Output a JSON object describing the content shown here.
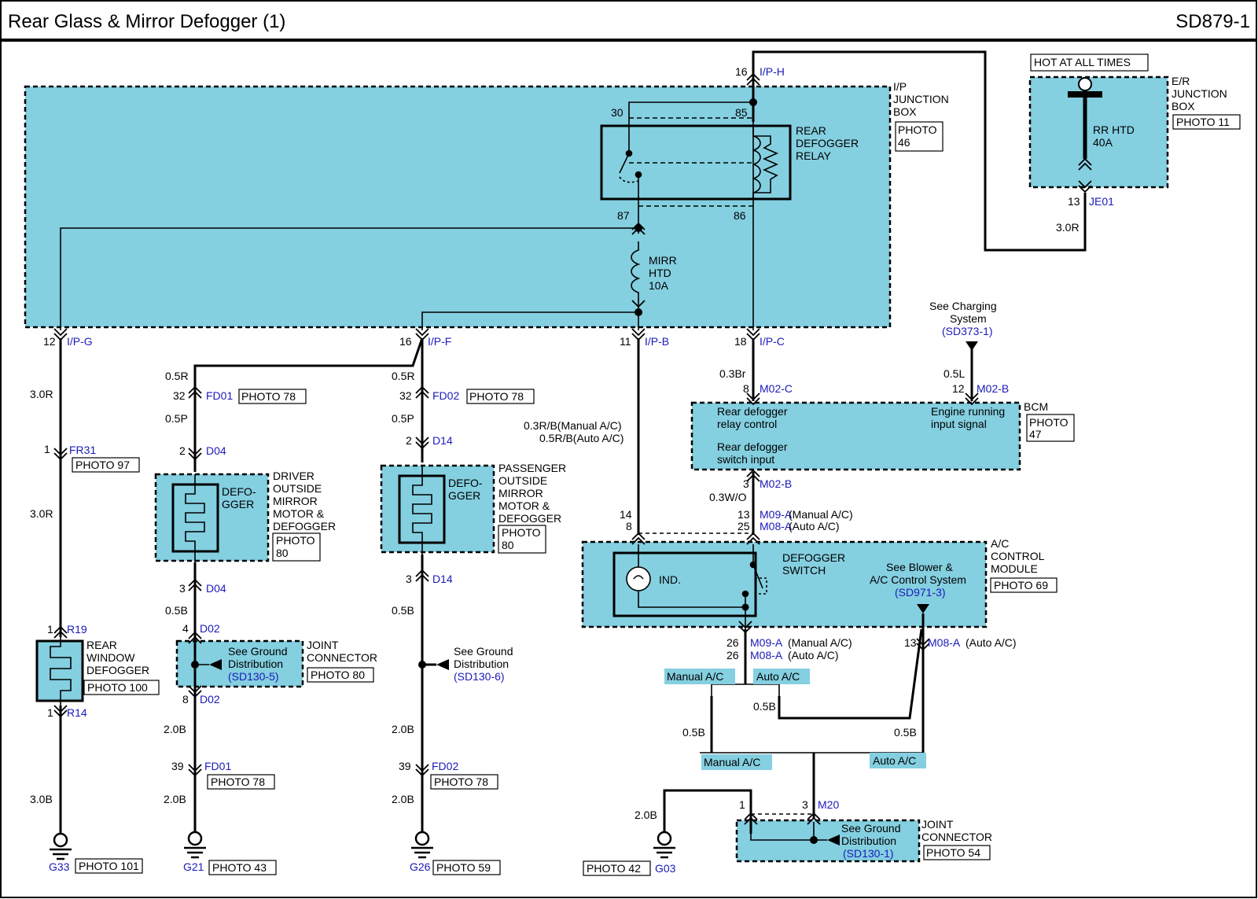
{
  "header": {
    "title": "Rear Glass & Mirror Defogger (1)",
    "code": "SD879-1"
  },
  "ip_junction_box": {
    "label_lines": [
      "I/P",
      "JUNCTION",
      "BOX"
    ],
    "photo": [
      "PHOTO",
      "46"
    ]
  },
  "er_junction_box": {
    "label_lines": [
      "E/R",
      "JUNCTION",
      "BOX"
    ],
    "photo": "PHOTO 11",
    "hot_label": "HOT AT ALL TIMES",
    "fuse_lines": [
      "RR HTD",
      "40A"
    ]
  },
  "relay": {
    "label_lines": [
      "REAR",
      "DEFOGGER",
      "RELAY"
    ],
    "pin30": "30",
    "pin85": "85",
    "pin87": "87",
    "pin86": "86"
  },
  "mirr_fuse": [
    "MIRR",
    "HTD",
    "10A"
  ],
  "connectors": {
    "iph_pin": "16",
    "iph": "I/P-H",
    "je01_pin": "13",
    "je01": "JE01",
    "ipg_pin": "12",
    "ipg": "I/P-G",
    "ipf_pin": "16",
    "ipf": "I/P-F",
    "ipb_pin": "11",
    "ipb": "I/P-B",
    "ipc_pin": "18",
    "ipc": "I/P-C",
    "fr31_pin": "1",
    "fr31": "FR31",
    "fr31_photo": "PHOTO 97",
    "r19_pin": "1",
    "r19": "R19",
    "r14_pin": "1",
    "r14": "R14",
    "fd01a_pin": "32",
    "fd01a": "FD01",
    "fd01a_photo": "PHOTO 78",
    "d04a_pin": "2",
    "d04a": "D04",
    "d04b_pin": "3",
    "d04b": "D04",
    "d02a_pin": "4",
    "d02a": "D02",
    "d02b_pin": "8",
    "d02b": "D02",
    "fd01b_pin": "39",
    "fd01b": "FD01",
    "fd01b_photo": "PHOTO 78",
    "fd02a_pin": "32",
    "fd02a": "FD02",
    "fd02a_photo": "PHOTO 78",
    "d14a_pin": "2",
    "d14a": "D14",
    "d14b_pin": "3",
    "d14b": "D14",
    "fd02b_pin": "39",
    "fd02b": "FD02",
    "fd02b_photo": "PHOTO 78",
    "m02c_pin": "8",
    "m02c": "M02-C",
    "m02b_pin": "12",
    "m02b": "M02-B",
    "m02b2_pin": "3",
    "m02b2": "M02-B",
    "m09a_pin": "13",
    "m09a": "M09-A",
    "m09a_suffix": "(Manual A/C)",
    "m08a_pin": "25",
    "m08a": "M08-A",
    "m08a_suffix": "(Auto A/C)",
    "ind_pin_a": "14",
    "ind_pin_b": "8",
    "m09a2_pin": "26",
    "m09a2": "M09-A",
    "m09a2_suffix": "(Manual A/C)",
    "m08a2_pin": "26",
    "m08a2": "M08-A",
    "m08a2_suffix": "(Auto A/C)",
    "m08a3_pin": "13",
    "m08a3": "M08-A",
    "m08a3_suffix": "(Auto A/C)",
    "m20_pin1": "1",
    "m20_pin3": "3",
    "m20": "M20"
  },
  "wires": {
    "w_30r_je": "3.0R",
    "w_ipg_a": "3.0R",
    "w_ipg_b": "3.0R",
    "w_r14": "3.0B",
    "w_05r_left": "0.5R",
    "w_05r_right": "0.5R",
    "w_05p_left": "0.5P",
    "w_05p_right": "0.5P",
    "w_05b_left": "0.5B",
    "w_05b_right": "0.5B",
    "w_20b_left": "2.0B",
    "w_20b_left2": "2.0B",
    "w_20b_right": "2.0B",
    "w_20b_right2": "2.0B",
    "w_ipb_a": "0.3R/B(Manual A/C)",
    "w_ipb_b": "0.5R/B(Auto A/C)",
    "w_03br": "0.3Br",
    "w_05l": "0.5L",
    "w_03wo": "0.3W/O",
    "w_05b_a": "0.5B",
    "w_05b_b": "0.5B",
    "w_05b_c": "0.5B",
    "w_20b_g03": "2.0B"
  },
  "components": {
    "rear_window_defogger": [
      "REAR",
      "WINDOW",
      "DEFOGGER"
    ],
    "rear_window_photo": "PHOTO 100",
    "driver_mirror": [
      "DRIVER",
      "OUTSIDE",
      "MIRROR",
      "MOTOR &",
      "DEFOGGER"
    ],
    "driver_photo": [
      "PHOTO",
      "80"
    ],
    "passenger_mirror": [
      "PASSENGER",
      "OUTSIDE",
      "MIRROR",
      "MOTOR &",
      "DEFOGGER"
    ],
    "passenger_photo": [
      "PHOTO",
      "80"
    ],
    "defogger_element": [
      "DEFO-",
      "GGER"
    ],
    "joint_conn_left": [
      "JOINT",
      "CONNECTOR"
    ],
    "joint_conn_left_photo": "PHOTO 80",
    "joint_conn_right": [
      "JOINT",
      "CONNECTOR"
    ],
    "joint_conn_right_photo": "PHOTO 54"
  },
  "bcm": {
    "label": "BCM",
    "photo": [
      "PHOTO",
      "47"
    ],
    "relay_control": [
      "Rear defogger",
      "relay control"
    ],
    "engine_running": [
      "Engine running",
      "input signal"
    ],
    "switch_input": [
      "Rear defogger",
      "switch input"
    ]
  },
  "charging_ref": {
    "lines": [
      "See Charging",
      "System"
    ],
    "ref": "(SD373-1)"
  },
  "ac_module": {
    "label": [
      "A/C",
      "CONTROL",
      "MODULE"
    ],
    "photo": "PHOTO 69",
    "ind": "IND.",
    "switch": [
      "DEFOGGER",
      "SWITCH"
    ],
    "see_blower": [
      "See Blower &",
      "A/C Control System"
    ],
    "ref": "(SD971-3)"
  },
  "ground_refs": {
    "gd1": [
      "See Ground",
      "Distribution"
    ],
    "gd1_ref": "(SD130-5)",
    "gd2": [
      "See Ground",
      "Distribution"
    ],
    "gd2_ref": "(SD130-6)",
    "gd3": [
      "See Ground",
      "Distribution"
    ],
    "gd3_ref": "(SD130-1)"
  },
  "variant_tags": {
    "manual1": "Manual A/C",
    "auto1": "Auto A/C",
    "manual2": "Manual A/C",
    "auto2": "Auto A/C"
  },
  "grounds": {
    "g33": "G33",
    "g33_photo": "PHOTO 101",
    "g21": "G21",
    "g21_photo": "PHOTO 43",
    "g26": "G26",
    "g26_photo": "PHOTO 59",
    "g03": "G03",
    "g03_photo": "PHOTO 42"
  }
}
